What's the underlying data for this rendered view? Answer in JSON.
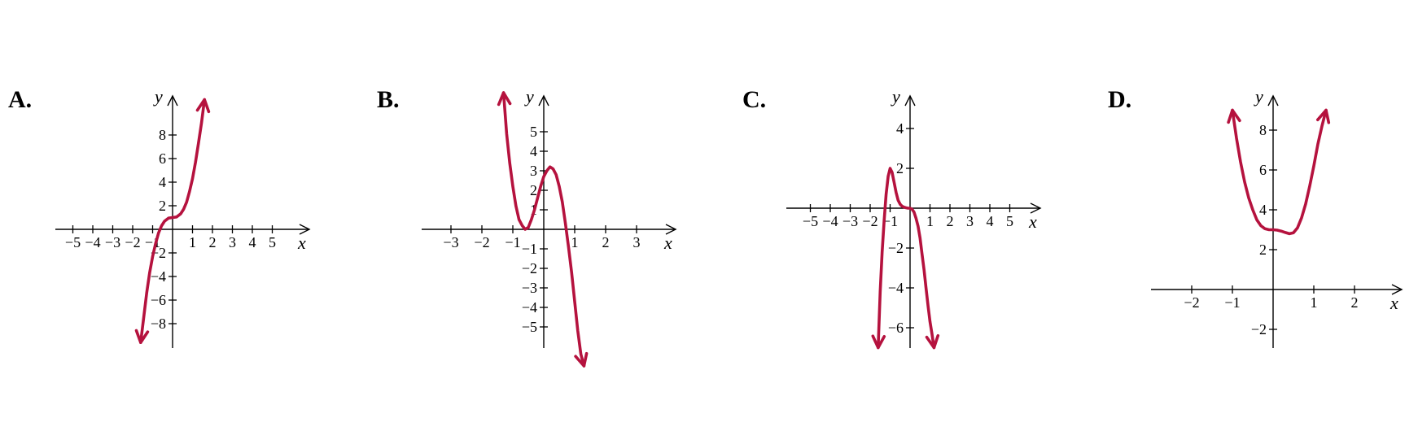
{
  "chart_data": [
    {
      "type": "line",
      "panel_label": "A.",
      "xlabel": "x",
      "ylabel": "y",
      "xlim": [
        -6,
        6.5
      ],
      "ylim": [
        -10,
        11
      ],
      "xticks": [
        -5,
        -4,
        -3,
        -2,
        -1,
        1,
        2,
        3,
        4,
        5
      ],
      "xtick_labels": [
        "−5",
        "−4",
        "−3",
        "−2",
        "−1",
        "1",
        "2",
        "3",
        "4",
        "5"
      ],
      "yticks": [
        -8,
        -6,
        -4,
        -2,
        2,
        4,
        6,
        8
      ],
      "ytick_labels": [
        "−8",
        "−6",
        "−4",
        "−2",
        "2",
        "4",
        "6",
        "8"
      ],
      "series": [
        {
          "color": "#b5123e",
          "x": [
            -1.6,
            -1.45,
            -1.3,
            -1.15,
            -1.0,
            -0.85,
            -0.7,
            -0.55,
            -0.4,
            -0.2,
            0,
            0.2,
            0.4,
            0.55,
            0.7,
            0.85,
            1.0,
            1.15,
            1.3,
            1.45,
            1.6
          ],
          "y": [
            -9.6,
            -7.5,
            -5.4,
            -3.7,
            -2.3,
            -1.2,
            -0.3,
            0.3,
            0.7,
            0.95,
            1.0,
            1.05,
            1.3,
            1.7,
            2.3,
            3.2,
            4.3,
            5.7,
            7.3,
            9.0,
            11.0
          ]
        }
      ]
    },
    {
      "type": "line",
      "panel_label": "B.",
      "xlabel": "x",
      "ylabel": "y",
      "xlim": [
        -4,
        4.4
      ],
      "ylim": [
        -6,
        7
      ],
      "xticks": [
        -3,
        -2,
        -1,
        1,
        2,
        3
      ],
      "xtick_labels": [
        "−3",
        "−2",
        "−1",
        "1",
        "2",
        "3"
      ],
      "yticks": [
        -5,
        -4,
        -3,
        -2,
        -1,
        1,
        2,
        3,
        4,
        5
      ],
      "ytick_labels": [
        "−5",
        "−4",
        "−3",
        "−2",
        "−1",
        "1",
        "2",
        "3",
        "4",
        "5"
      ],
      "series": [
        {
          "color": "#b5123e",
          "x": [
            -1.3,
            -1.2,
            -1.1,
            -1.0,
            -0.9,
            -0.8,
            -0.7,
            -0.6,
            -0.5,
            -0.4,
            -0.3,
            -0.2,
            -0.1,
            0,
            0.1,
            0.2,
            0.3,
            0.4,
            0.5,
            0.6,
            0.7,
            0.8,
            0.9,
            1.0,
            1.1,
            1.2,
            1.3
          ],
          "y": [
            7.0,
            4.9,
            3.4,
            2.2,
            1.2,
            0.5,
            0.2,
            0.0,
            0.1,
            0.5,
            1.0,
            1.6,
            2.2,
            2.7,
            3.0,
            3.2,
            3.1,
            2.8,
            2.2,
            1.4,
            0.3,
            -0.9,
            -2.2,
            -3.7,
            -5.2,
            -6.4,
            -7.0
          ]
        }
      ]
    },
    {
      "type": "line",
      "panel_label": "C.",
      "xlabel": "x",
      "ylabel": "y",
      "xlim": [
        -6,
        6.2
      ],
      "ylim": [
        -7,
        5.5
      ],
      "xticks": [
        -5,
        -4,
        -3,
        -2,
        -1,
        1,
        2,
        3,
        4,
        5
      ],
      "xtick_labels": [
        "−5",
        "−4",
        "−3",
        "−2",
        "−1",
        "1",
        "2",
        "3",
        "4",
        "5"
      ],
      "yticks": [
        -6,
        -4,
        -2,
        2,
        4
      ],
      "ytick_labels": [
        "−6",
        "−4",
        "−2",
        "2",
        "4"
      ],
      "series": [
        {
          "color": "#b5123e",
          "x": [
            -1.6,
            -1.5,
            -1.4,
            -1.3,
            -1.2,
            -1.1,
            -1.0,
            -0.9,
            -0.8,
            -0.7,
            -0.6,
            -0.5,
            -0.4,
            -0.3,
            -0.2,
            -0.1,
            0,
            0.1,
            0.2,
            0.3,
            0.4,
            0.5,
            0.6,
            0.7,
            0.8,
            0.9,
            1.0,
            1.1,
            1.2
          ],
          "y": [
            -7.0,
            -4.2,
            -2.2,
            -0.6,
            0.7,
            1.6,
            2.0,
            1.8,
            1.3,
            0.8,
            0.4,
            0.2,
            0.1,
            0.05,
            0.02,
            0.0,
            0.0,
            -0.05,
            -0.2,
            -0.5,
            -0.9,
            -1.5,
            -2.3,
            -3.1,
            -4.0,
            -4.9,
            -5.7,
            -6.3,
            -7.0
          ]
        }
      ]
    },
    {
      "type": "line",
      "panel_label": "D.",
      "xlabel": "x",
      "ylabel": "y",
      "xlim": [
        -3,
        3.2
      ],
      "ylim": [
        -3,
        9.5
      ],
      "xticks": [
        -2,
        -1,
        1,
        2
      ],
      "xtick_labels": [
        "−2",
        "−1",
        "1",
        "2"
      ],
      "yticks": [
        -2,
        2,
        4,
        6,
        8
      ],
      "ytick_labels": [
        "−2",
        "2",
        "4",
        "6",
        "8"
      ],
      "series": [
        {
          "color": "#b5123e",
          "x": [
            -1.0,
            -0.9,
            -0.8,
            -0.7,
            -0.6,
            -0.5,
            -0.4,
            -0.3,
            -0.2,
            -0.1,
            0,
            0.1,
            0.2,
            0.3,
            0.4,
            0.5,
            0.6,
            0.7,
            0.8,
            0.9,
            1.0,
            1.1,
            1.2,
            1.3
          ],
          "y": [
            9.0,
            7.6,
            6.4,
            5.4,
            4.6,
            4.0,
            3.5,
            3.2,
            3.05,
            3.0,
            3.0,
            2.98,
            2.93,
            2.86,
            2.8,
            2.85,
            3.1,
            3.6,
            4.3,
            5.2,
            6.2,
            7.3,
            8.2,
            9.0
          ]
        }
      ]
    }
  ]
}
